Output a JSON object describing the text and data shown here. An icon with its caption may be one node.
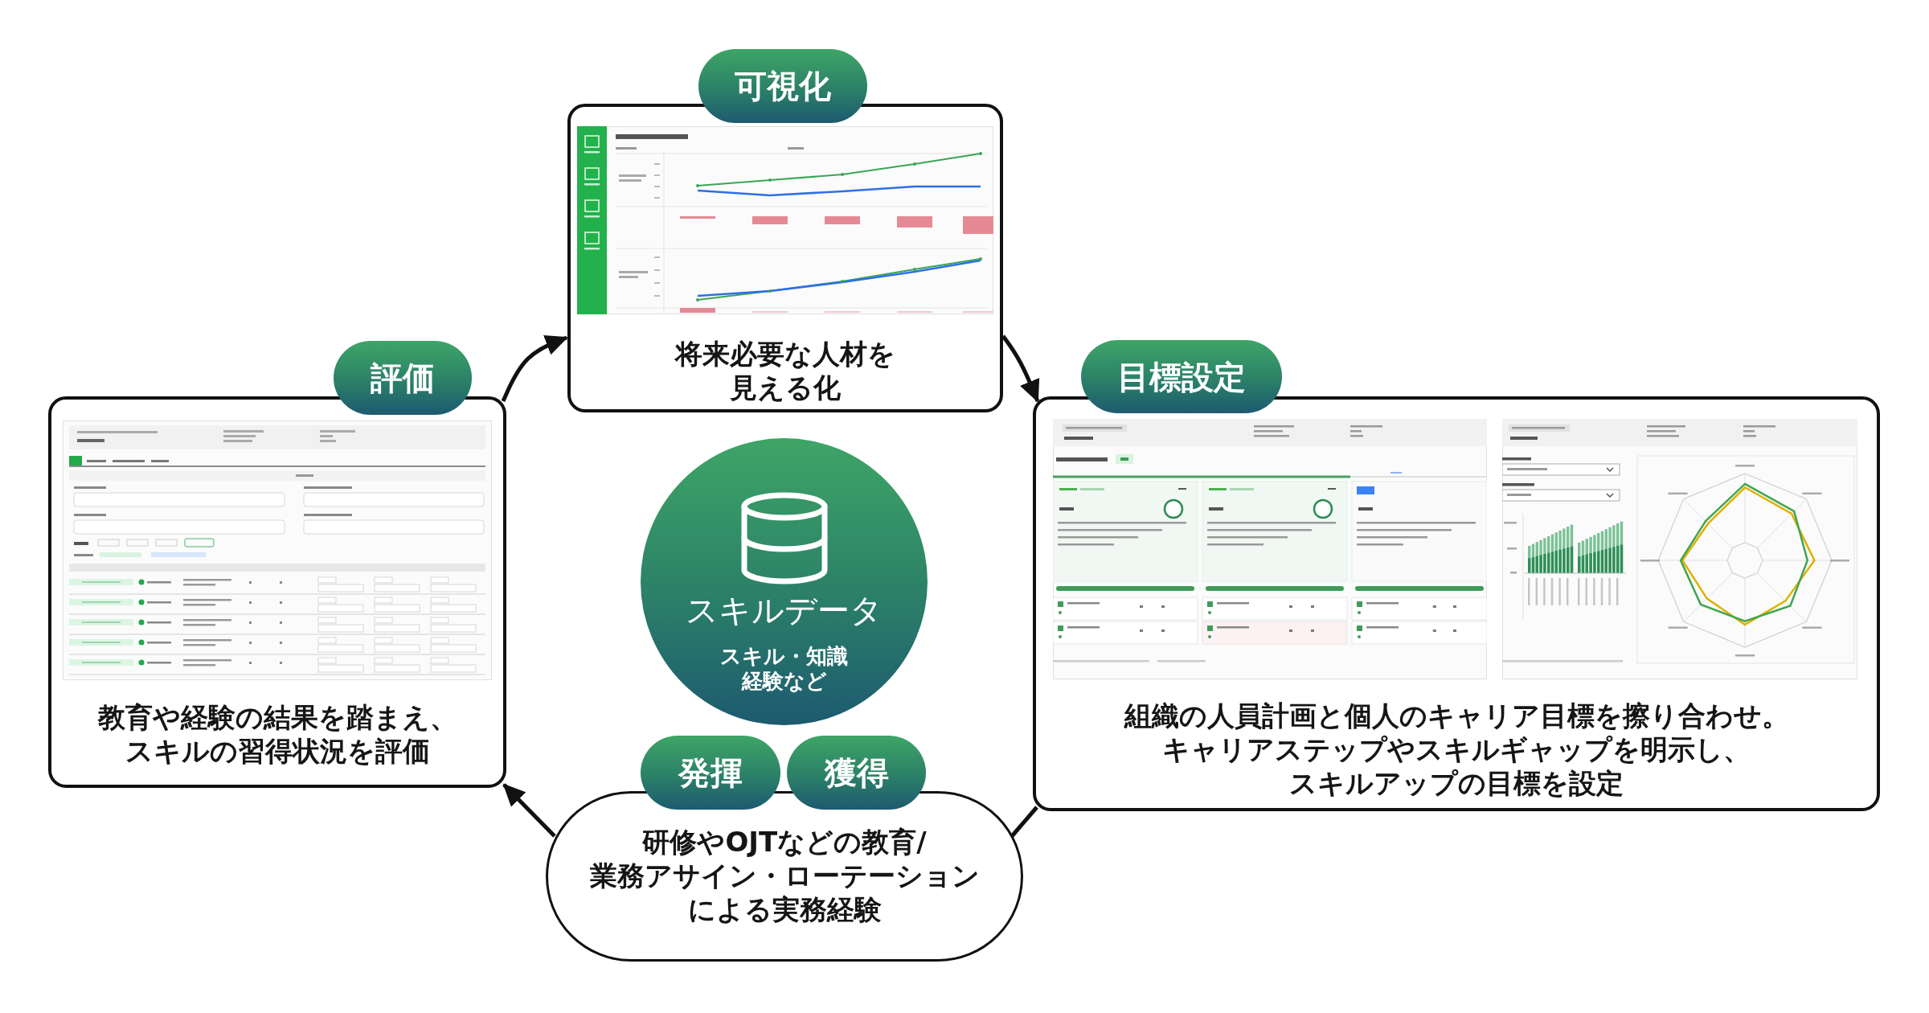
{
  "diagram": {
    "nodes": [
      {
        "text": [
          "可視化"
        ]
      },
      {
        "text": [
          "将来必要な人材を見える化"
        ]
      },
      {
        "text": [
          "評価"
        ]
      },
      {
        "text": [
          "教育や経験の結果を踏まえ、スキルの習得状況を評価"
        ]
      },
      {
        "text": [
          "目標設定"
        ]
      },
      {
        "text": [
          "組織の人員計画と個人のキャリア目標を擦り合わせ。キャリアステップやスキルギャップを明示し、スキルアップの目標を設定"
        ]
      },
      {
        "text": [
          "スキルデータ",
          "スキル・知識経験など"
        ]
      },
      {
        "text": [
          "発揮"
        ]
      },
      {
        "text": [
          "獲得"
        ]
      },
      {
        "text": [
          "研修やOJTなどの教育/業務アサイン・ローテーションによる実務経験"
        ]
      }
    ],
    "edges": [
      {
        "from": 3,
        "to": 1,
        "arrow": "to"
      },
      {
        "from": 1,
        "to": 5,
        "arrow": "to"
      },
      {
        "from": 5,
        "to": 9,
        "arrow": "none"
      },
      {
        "from": 9,
        "to": 3,
        "arrow": "to"
      }
    ]
  }
}
